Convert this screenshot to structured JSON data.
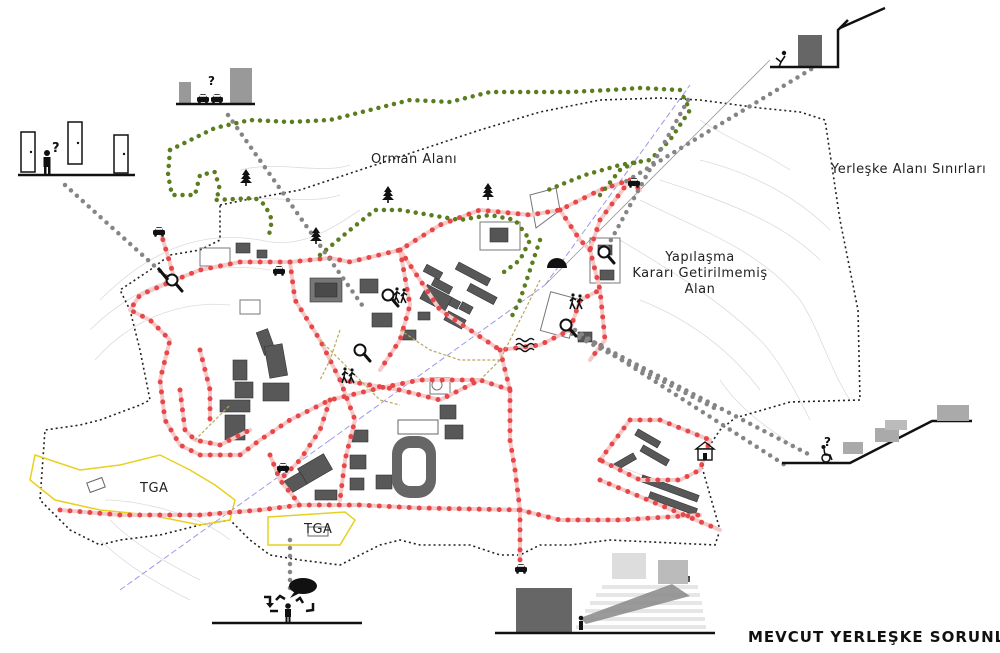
{
  "map": {
    "title": "MEVCUT YERLEŞKE SORUNLARI",
    "labels": {
      "forest": "Orman Alanı",
      "campus_boundary": "Yerleşke Alanı Sınırları",
      "undecided_zone_line1": "Yapılaşma",
      "undecided_zone_line2": "Kararı Getirilmemiş",
      "undecided_zone_line3": "Alan",
      "tga_west": "TGA",
      "tga_south": "TGA"
    },
    "colors": {
      "road_dots": "#e8474a",
      "road_base": "#f6c9c9",
      "forest_dots": "#6b8e23",
      "problem_dots": "#808080",
      "boundary": "#222222",
      "tga_outline": "#e8d020",
      "buildings": "#555555",
      "topo_lines": "#d9d9d9"
    },
    "icons": [
      "car-icon",
      "tree-icon",
      "magnifier-icon",
      "pedestrian-icon",
      "water-icon",
      "house-icon",
      "disabled-icon",
      "question-mark-icon",
      "speech-bubble-icon",
      "door-icon",
      "person-icon",
      "stairs-icon"
    ]
  }
}
